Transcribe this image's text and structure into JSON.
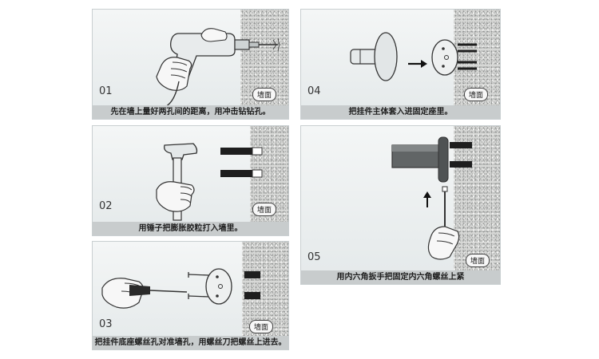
{
  "wall_label": "墙面",
  "steps": [
    {
      "number": "01",
      "caption": "先在墙上量好两孔间的距离，用冲击钻钻孔。"
    },
    {
      "number": "02",
      "caption": "用锤子把膨胀胶粒打入墙里。"
    },
    {
      "number": "03",
      "caption": "把挂件底座螺丝孔对准墙孔，用螺丝刀把螺丝上进去。"
    },
    {
      "number": "04",
      "caption": "把挂件主体套入进固定座里。"
    },
    {
      "number": "05",
      "caption": "用内六角扳手把固定内六角螺丝上紧"
    }
  ]
}
